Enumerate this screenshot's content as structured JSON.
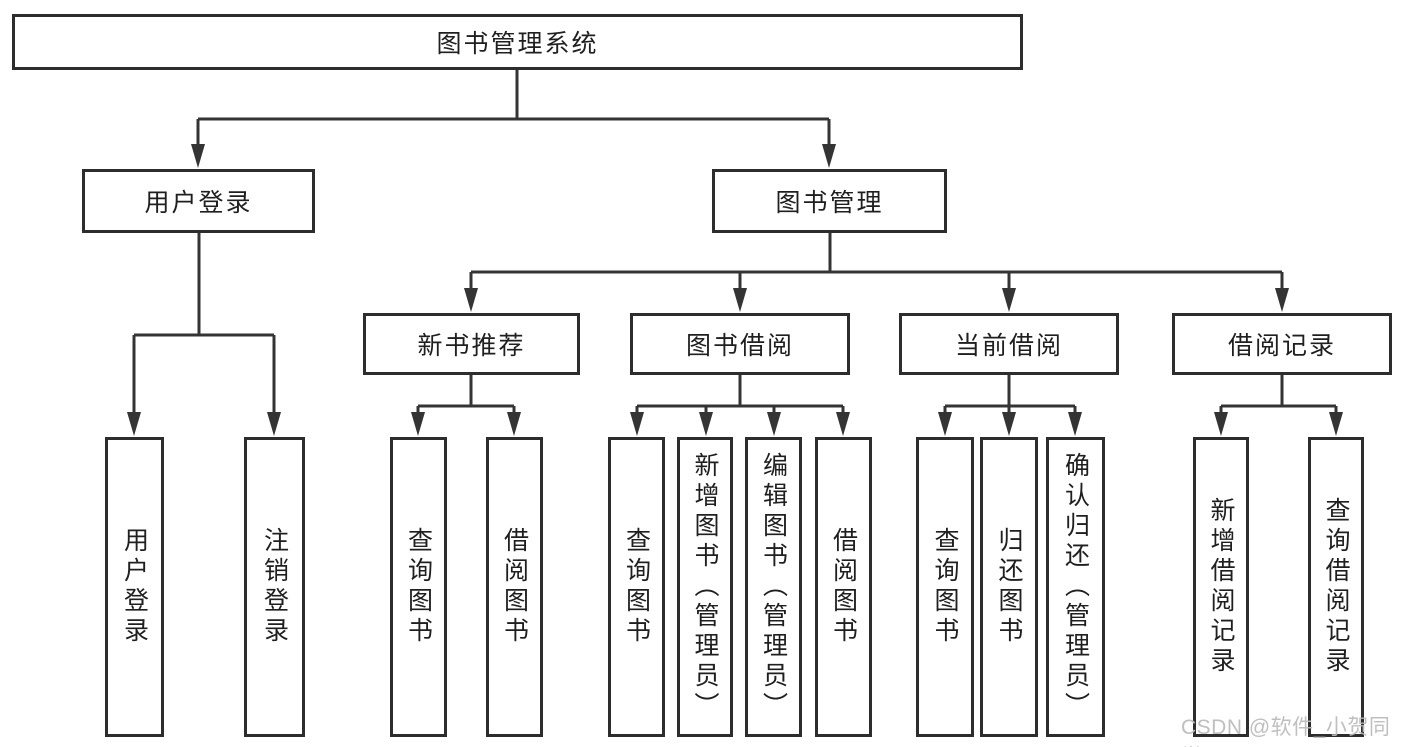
{
  "diagram": {
    "title": "图书管理系统",
    "level2": {
      "user_login": "用户登录",
      "book_management": "图书管理"
    },
    "level3": {
      "new_book_recommend": "新书推荐",
      "book_borrowing": "图书借阅",
      "current_borrowing": "当前借阅",
      "borrowing_records": "借阅记录"
    },
    "leaves": {
      "user_login": "用户登录",
      "logout": "注销登录",
      "rec_query_books": "查询图书",
      "rec_borrow_books": "借阅图书",
      "bor_query_books": "查询图书",
      "bor_add_books_admin": "新增图书（管理员）",
      "bor_edit_books_admin": "编辑图书（管理员）",
      "bor_borrow_books": "借阅图书",
      "cur_query_books": "查询图书",
      "cur_return_books": "归还图书",
      "cur_confirm_return_admin": "确认归还（管理员）",
      "his_add_record": "新增借阅记录",
      "his_query_record": "查询借阅记录"
    }
  },
  "watermark": "CSDN @软件_小贺同学",
  "colors": {
    "line": "#343434",
    "border": "#2d2d2d",
    "text": "#1f1f1f",
    "watermark": "#bcbcbc",
    "background": "#ffffff"
  }
}
